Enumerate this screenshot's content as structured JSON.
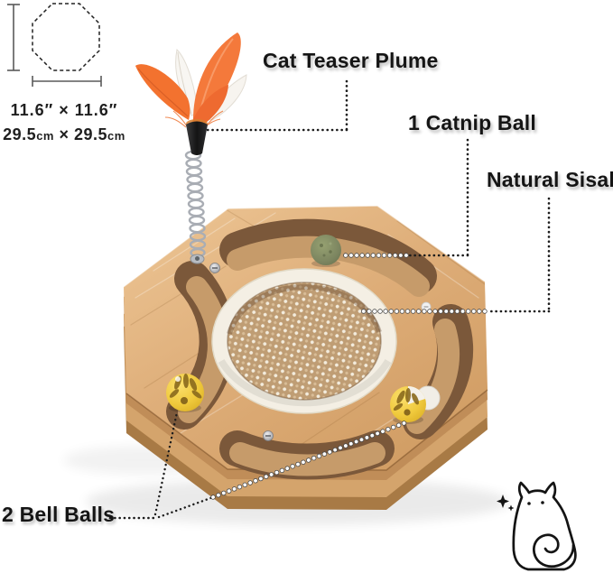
{
  "product": {
    "name": "octagon cat scratcher turntable toy",
    "parts": {
      "plume": "Cat Teaser Plume",
      "catnip": "1 Catnip Ball",
      "sisal": "Natural Sisal",
      "bells": "2 Bell Balls"
    },
    "icons": {
      "octagon_outline": "octagon-dashed-icon",
      "cat_doodle": "cat-doodle-icon",
      "sparkle": "sparkle-icon"
    },
    "colors": {
      "wood": "#dcab74",
      "wood_side": "#c08d58",
      "wood_bottom": "#a87a45",
      "track_cutout": "#7b583a",
      "sisal_pad": "#c2a17c",
      "plush_ring": "#f4efe4",
      "feather_orange": "#f2713b",
      "feather_white": "#f7f5f1",
      "bell_ball_yellow": "#f0ca3d",
      "catnip_green": "#7c8560",
      "leader_line": "#1c1c1c"
    }
  },
  "dims": {
    "inches_line": "11.6″ × 11.6″",
    "cm_value_1": "29.5",
    "cm_unit_1": "cm",
    "cm_times": " × ",
    "cm_value_2": "29.5",
    "cm_unit_2": "cm"
  }
}
